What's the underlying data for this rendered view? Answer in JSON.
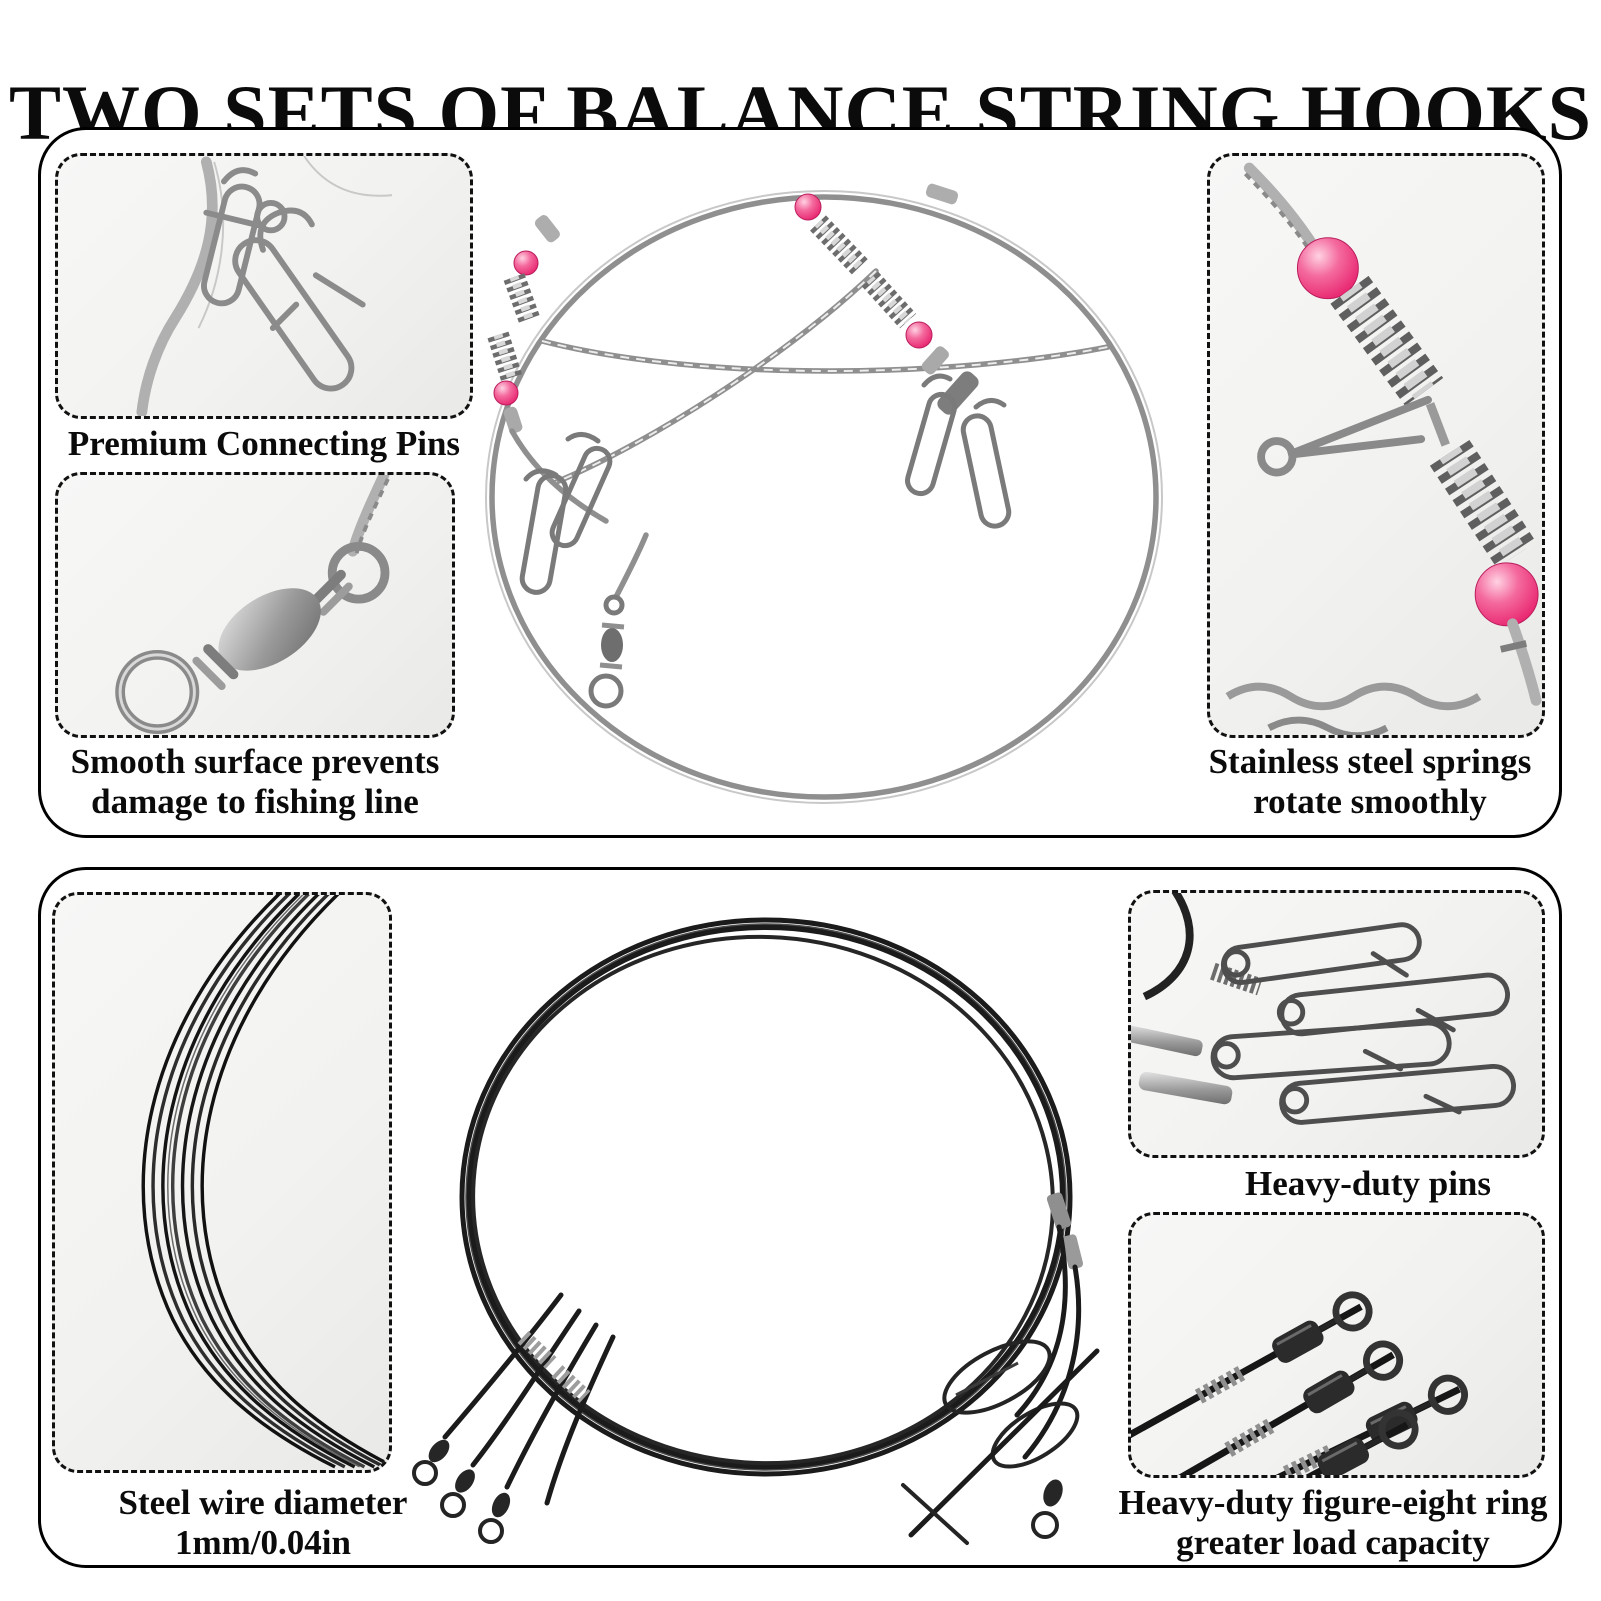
{
  "page": {
    "title": "TWO SETS OF BALANCE STRING HOOKS"
  },
  "colors": {
    "text": "#0b0b0b",
    "panel_border": "#000000",
    "inset_border": "#111111",
    "inset_bg": "#f2f2f0",
    "bead_pink": "#e8256f",
    "bead_pink_light": "#ffd2e2",
    "steel_light": "#c9c9c9",
    "steel_mid": "#8f8f8f",
    "steel_dark": "#5a5a5a",
    "black_wire": "#1b1b1b"
  },
  "top_panel": {
    "main_photo": "balance-string-rig-photo",
    "insets": [
      {
        "photo": "snap-pins-photo",
        "caption_lines": [
          "Premium Connecting Pins"
        ]
      },
      {
        "photo": "barrel-swivel-photo",
        "caption_lines": [
          "Smooth surface prevents",
          "damage to fishing line"
        ]
      },
      {
        "photo": "springs-beads-photo",
        "caption_lines": [
          "Stainless steel springs",
          "rotate smoothly"
        ]
      }
    ]
  },
  "bottom_panel": {
    "main_photo": "black-wire-leaders-photo",
    "insets": [
      {
        "photo": "steel-wire-coil-photo",
        "caption_lines": [
          "Steel wire diameter",
          "1mm/0.04in"
        ]
      },
      {
        "photo": "heavy-duty-pins-photo",
        "caption_lines": [
          "Heavy-duty pins"
        ]
      },
      {
        "photo": "figure-eight-swivels-photo",
        "caption_lines": [
          "Heavy-duty figure-eight ring",
          "greater load capacity"
        ]
      }
    ]
  }
}
